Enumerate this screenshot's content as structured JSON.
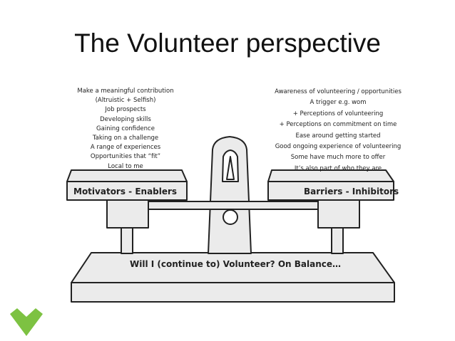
{
  "title": "The Volunteer perspective",
  "motivators": {
    "label": "Motivators - Enablers",
    "items": [
      "Make a meaningful  contribution",
      "(Altruistic + Selfish)",
      "Job prospects",
      "Developing skills",
      "Gaining confidence",
      "Taking on  a challenge",
      "A range of experiences",
      "Opportunities that “fit”",
      "Local to me"
    ]
  },
  "barriers": {
    "label": "Barriers - Inhibitors",
    "items": [
      "Awareness of volunteering / opportunities",
      "A trigger e.g. wom",
      "+ Perceptions of volunteering",
      "+ Perceptions on commitment on time",
      "Ease around getting started",
      "Good ongoing experience of volunteering",
      "Some have much more to offer",
      "It’s also part of who they are"
    ]
  },
  "base_label": "Will I (continue to) Volunteer? On Balance…",
  "colors": {
    "logo": "#7dc242",
    "pan_fill": "#ebebeb",
    "outline": "#222222"
  }
}
